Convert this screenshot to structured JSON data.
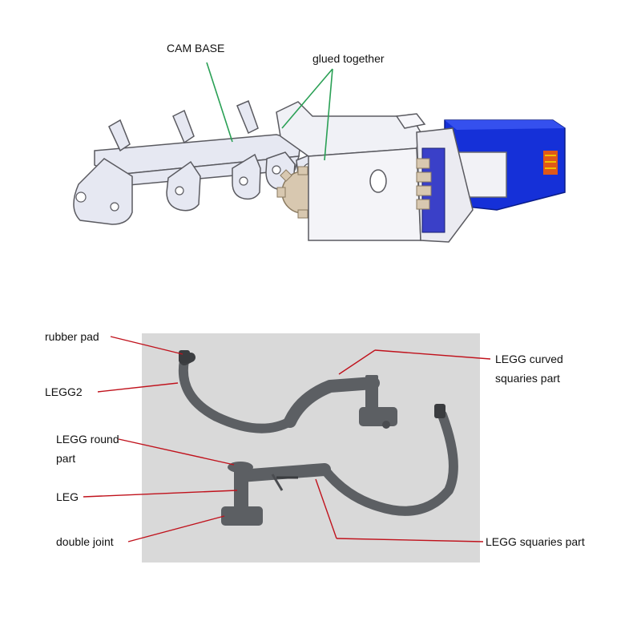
{
  "top_diagram": {
    "labels": {
      "cam_base": "CAM BASE",
      "glued_together": "glued together"
    },
    "colors": {
      "part_fill": "#e6e8f2",
      "part_edge": "#5a5a60",
      "servo_blue": "#1530d8",
      "gear": "#d8c8b0",
      "leader_green": "#2aa055"
    }
  },
  "bottom_photo": {
    "labels": {
      "rubber_pad": "rubber pad",
      "legg2": "LEGG2",
      "legg_round_part_line1": "LEGG round",
      "legg_round_part_line2": "part",
      "leg": "LEG",
      "double_joint": "double joint",
      "legg_curved_line1": "LEGG curved",
      "legg_curved_line2": "squaries part",
      "legg_squaries_part": "LEGG squaries part"
    },
    "colors": {
      "photo_bg": "#d9d9d9",
      "part_gray": "#5c5f63",
      "leader_red": "#c0121c"
    }
  }
}
